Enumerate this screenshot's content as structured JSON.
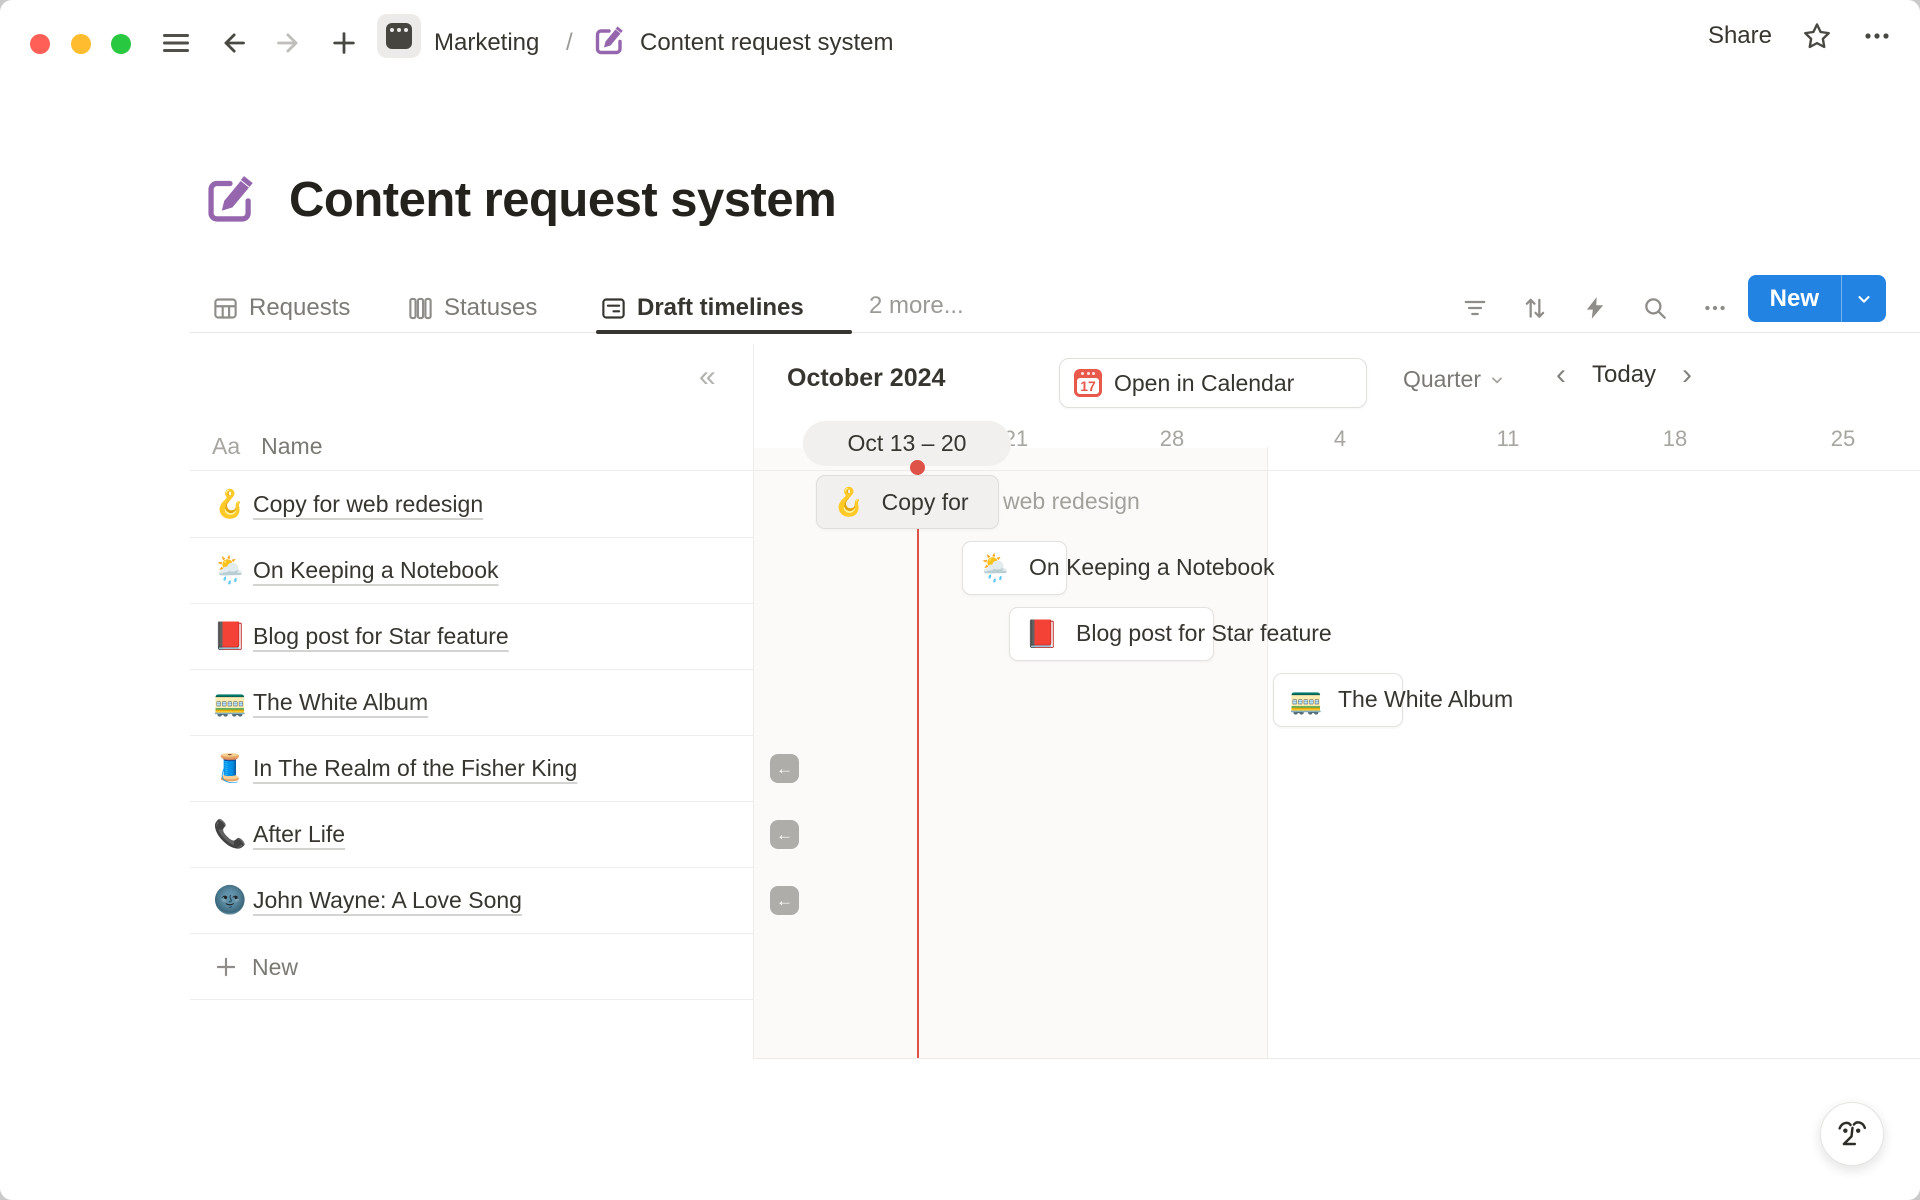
{
  "topbar": {
    "breadcrumb": {
      "workspace_label": "Marketing",
      "divider": "/",
      "page_label": "Content request system"
    },
    "share_label": "Share"
  },
  "page": {
    "title": "Content request system"
  },
  "tabs": {
    "items": [
      {
        "label": "Requests",
        "active": false
      },
      {
        "label": "Statuses",
        "active": false
      },
      {
        "label": "Draft timelines",
        "active": true
      },
      {
        "label": "2 more...",
        "active": false
      }
    ]
  },
  "toolbar": {
    "new_label": "New"
  },
  "timeline": {
    "month_label": "October 2024",
    "open_in_calendar_label": "Open in Calendar",
    "calendar_icon_day": "17",
    "zoom_select_value": "Quarter",
    "prev_glyph": "‹",
    "today_label": "Today",
    "next_glyph": "›",
    "selected_week_label": "Oct 13 – 20",
    "ticks": [
      {
        "label": "21"
      },
      {
        "label": "28"
      },
      {
        "label": "4"
      },
      {
        "label": "11"
      },
      {
        "label": "18"
      },
      {
        "label": "25"
      }
    ],
    "bars": [
      {
        "emoji": "🪝",
        "inside_label": "Copy for",
        "overflow_label": "web redesign"
      },
      {
        "emoji": "🌦️",
        "label": "On Keeping a Notebook"
      },
      {
        "emoji": "📕",
        "label": "Blog post for Star feature"
      },
      {
        "emoji": "🚃",
        "label": "The White Album"
      }
    ],
    "hidden_bar_arrow_glyph": "←"
  },
  "sidebar": {
    "collapse_glyph": "«",
    "header": {
      "type_badge": "Aa",
      "label": "Name"
    },
    "items": [
      {
        "emoji": "🪝",
        "label": "Copy for web redesign"
      },
      {
        "emoji": "🌦️",
        "label": "On Keeping a Notebook"
      },
      {
        "emoji": "📕",
        "label": "Blog post for Star feature"
      },
      {
        "emoji": "🚃",
        "label": "The White Album"
      },
      {
        "emoji": "🧵",
        "label": "In The Realm of the Fisher King"
      },
      {
        "emoji": "📞",
        "label": "After Life"
      },
      {
        "emoji": "🌚",
        "label": "John Wayne: A Love Song"
      }
    ],
    "new_row_label": "New"
  },
  "colors": {
    "accent_blue": "#2383E2",
    "today_red": "#DE5247",
    "calendar_red": "#E8594B",
    "active_tab_dark": "#37352F"
  }
}
